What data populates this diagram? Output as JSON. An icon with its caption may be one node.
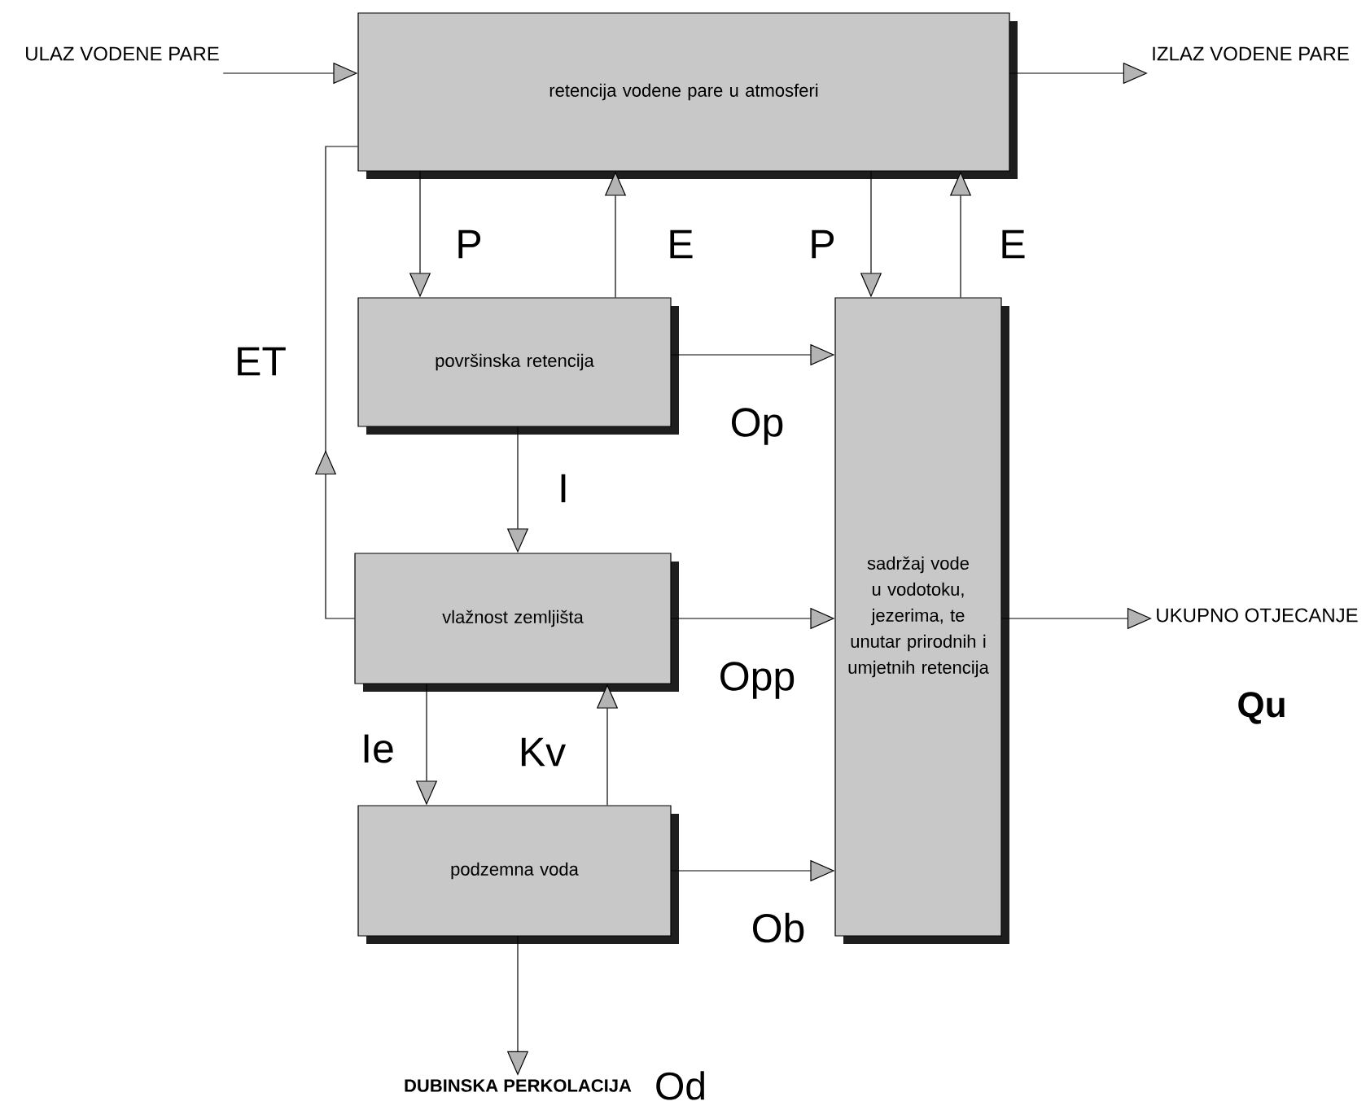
{
  "diagram": {
    "nodes": [
      {
        "text": [
          "retencija vodene pare u atmosferi"
        ]
      },
      {
        "text": [
          "površinska retencija"
        ]
      },
      {
        "text": [
          "vlažnost zemljišta"
        ]
      },
      {
        "text": [
          "podzemna voda"
        ]
      },
      {
        "text": [
          "sadržaj vode u vodotoku, jezerima, te unutar prirodnih i umjetnih retencija"
        ]
      },
      {
        "text": [
          "ULAZ VODENE PARE"
        ]
      },
      {
        "text": [
          "IZLAZ VODENE PARE"
        ]
      },
      {
        "text": [
          "UKUPNO OTJECANJE"
        ],
        "beside": [
          "Qu"
        ]
      },
      {
        "text": [
          "DUBINSKA PERKOLACIJA"
        ],
        "beside": [
          "Od"
        ]
      }
    ],
    "edges": [
      {
        "from": 5,
        "to": 0,
        "arrow": "to"
      },
      {
        "from": 0,
        "to": 6,
        "arrow": "to"
      },
      {
        "from": 0,
        "to": 1,
        "arrow": "to",
        "label": "P"
      },
      {
        "from": 1,
        "to": 0,
        "arrow": "to",
        "label": "E"
      },
      {
        "from": 0,
        "to": 4,
        "arrow": "to",
        "label": "P"
      },
      {
        "from": 4,
        "to": 0,
        "arrow": "to",
        "label": "E"
      },
      {
        "from": 1,
        "to": 4,
        "arrow": "to",
        "label": "Op"
      },
      {
        "from": 2,
        "to": 0,
        "arrow": "to",
        "label": "ET"
      },
      {
        "from": 1,
        "to": 2,
        "arrow": "to",
        "label": "I"
      },
      {
        "from": 2,
        "to": 4,
        "arrow": "to",
        "label": "Opp"
      },
      {
        "from": 2,
        "to": 3,
        "arrow": "to",
        "label": "Ie"
      },
      {
        "from": 3,
        "to": 2,
        "arrow": "to",
        "label": "Kv"
      },
      {
        "from": 3,
        "to": 4,
        "arrow": "to",
        "label": "Ob"
      },
      {
        "from": 4,
        "to": 7,
        "arrow": "to"
      },
      {
        "from": 3,
        "to": 8,
        "arrow": "to"
      }
    ]
  }
}
